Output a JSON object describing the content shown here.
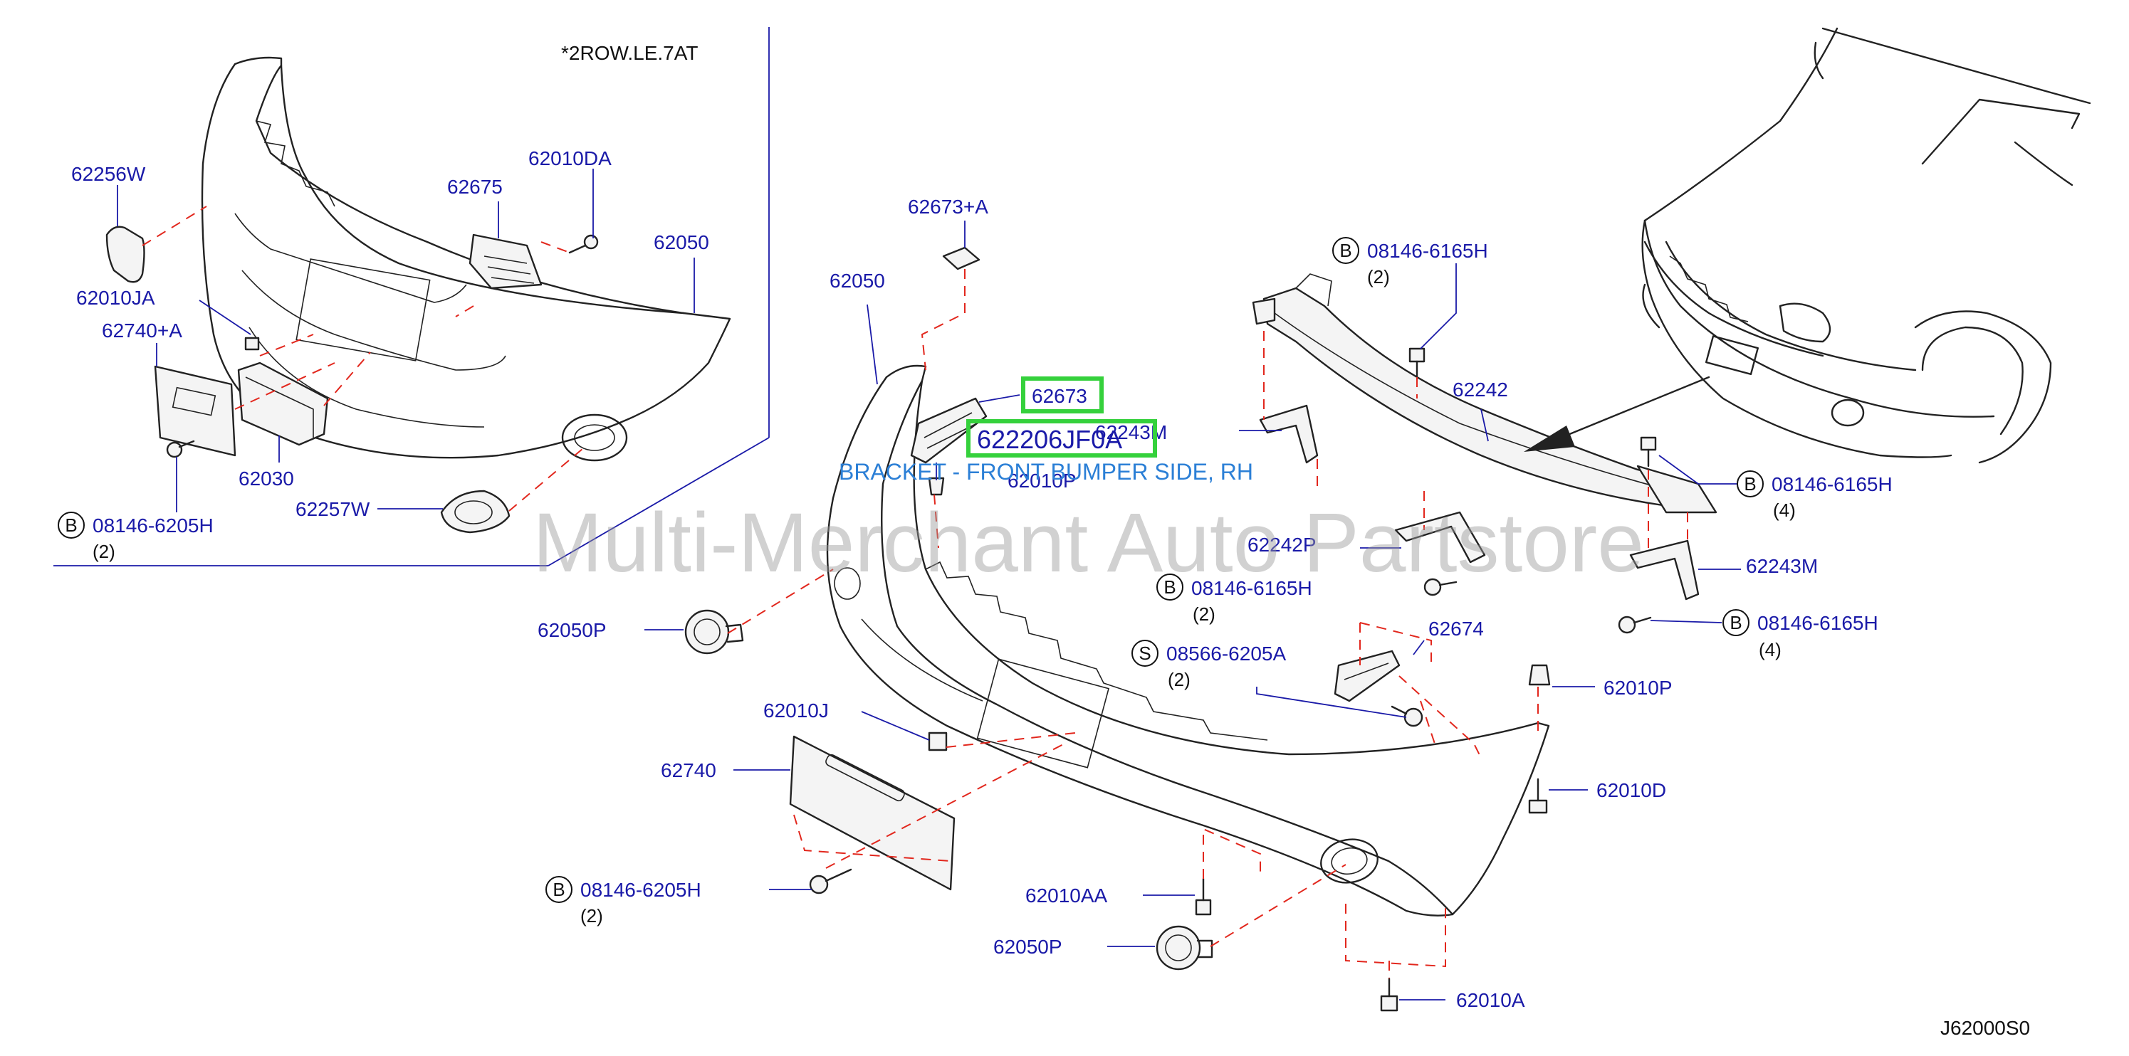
{
  "variant_note": "*2ROW.LE.7AT",
  "diagram_code": "J62000S0",
  "watermark": "Multi-Merchant Auto Partstore",
  "highlight": {
    "part": "62673",
    "part_number": "622206JF0A",
    "description": "BRACKET - FRONT BUMPER SIDE, RH"
  },
  "labels": {
    "l62256W": "62256W",
    "l62010DA": "62010DA",
    "l62675": "62675",
    "l62050_left": "62050",
    "l62010JA": "62010JA",
    "l62740A": "62740+A",
    "l62030": "62030",
    "l62257W": "62257W",
    "l08146_6205H_left": "08146-6205H",
    "l62673A": "62673+A",
    "l62050_center": "62050",
    "l62243M_top": "62243M",
    "l62010P_center": "62010P",
    "l08146_6165H_top": "08146-6165H",
    "l62242": "62242",
    "l08146_6165H_right_top": "08146-6165H",
    "l62242P": "62242P",
    "l62243M_right": "62243M",
    "l08146_6165H_mid": "08146-6165H",
    "l08146_6165H_right_bottom": "08146-6165H",
    "l08566_6205A": "08566-6205A",
    "l62674": "62674",
    "l62050P_upper": "62050P",
    "l62010P_right": "62010P",
    "l62010J": "62010J",
    "l62740": "62740",
    "l62010D": "62010D",
    "l08146_6205H_bottom": "08146-6205H",
    "l62010AA": "62010AA",
    "l62050P_lower": "62050P",
    "l62010A": "62010A"
  },
  "quantities": {
    "q_left_6205H": "(2)",
    "q_top_6165H": "(2)",
    "q_right_top_6165H": "(4)",
    "q_mid_6165H": "(2)",
    "q_right_bottom_6165H": "(4)",
    "q_08566": "(2)",
    "q_bottom_6205H": "(2)"
  },
  "callouts": {
    "B": "B",
    "S": "S"
  }
}
